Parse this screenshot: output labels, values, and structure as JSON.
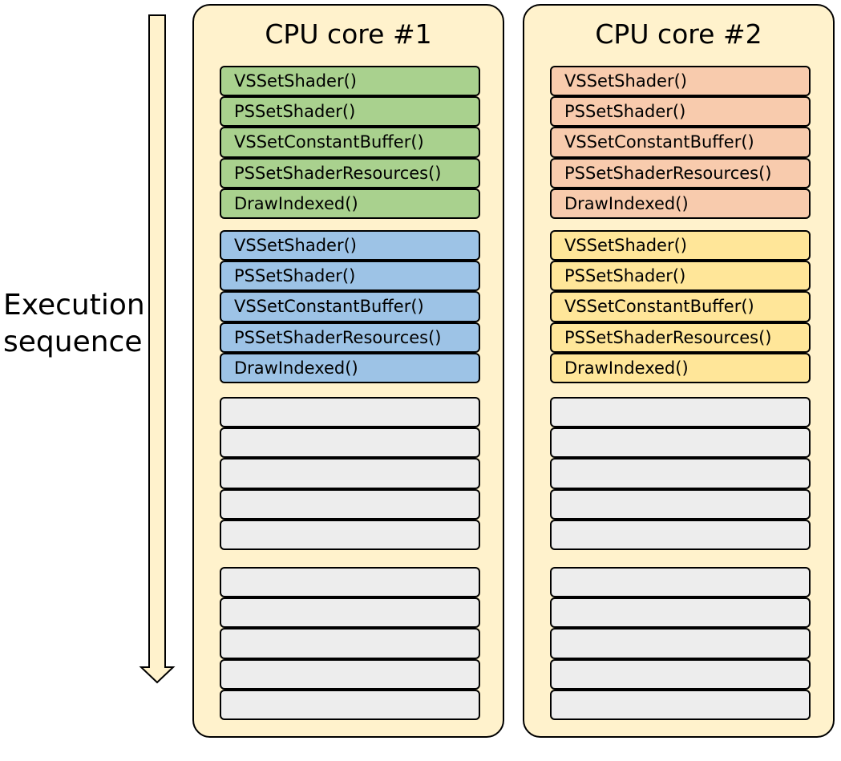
{
  "axis_label": {
    "line1": "Execution",
    "line2": "sequence"
  },
  "colors": {
    "panel_bg": "#fff2cc",
    "arrow_fill": "#fff2cc",
    "green": "#a9d18e",
    "blue": "#9dc3e6",
    "peach": "#f8cbad",
    "yellow": "#ffe699",
    "empty": "#ededed"
  },
  "cores": [
    {
      "title": "CPU core #1",
      "groups": [
        {
          "color": "green",
          "commands": [
            "VSSetShader()",
            "PSSetShader()",
            "VSSetConstantBuffer()",
            "PSSetShaderResources()",
            "DrawIndexed()"
          ]
        },
        {
          "color": "blue",
          "commands": [
            "VSSetShader()",
            "PSSetShader()",
            "VSSetConstantBuffer()",
            "PSSetShaderResources()",
            "DrawIndexed()"
          ]
        },
        {
          "color": "empty",
          "commands": [
            "",
            "",
            "",
            "",
            ""
          ]
        },
        {
          "color": "empty",
          "commands": [
            "",
            "",
            "",
            "",
            ""
          ]
        }
      ]
    },
    {
      "title": "CPU core #2",
      "groups": [
        {
          "color": "peach",
          "commands": [
            "VSSetShader()",
            "PSSetShader()",
            "VSSetConstantBuffer()",
            "PSSetShaderResources()",
            "DrawIndexed()"
          ]
        },
        {
          "color": "yellow",
          "commands": [
            "VSSetShader()",
            "PSSetShader()",
            "VSSetConstantBuffer()",
            "PSSetShaderResources()",
            "DrawIndexed()"
          ]
        },
        {
          "color": "empty",
          "commands": [
            "",
            "",
            "",
            "",
            ""
          ]
        },
        {
          "color": "empty",
          "commands": [
            "",
            "",
            "",
            "",
            ""
          ]
        }
      ]
    }
  ]
}
